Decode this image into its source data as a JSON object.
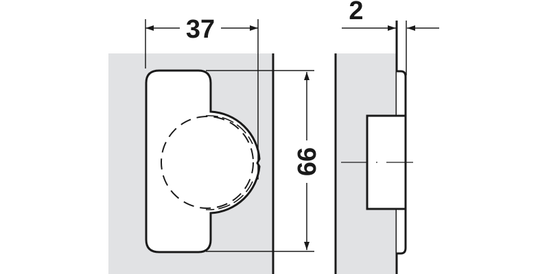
{
  "diagram": {
    "type": "technical-drawing",
    "subject": "concealed hinge cup plate",
    "views": [
      {
        "name": "front-view",
        "description": "cup plate outline with dashed cup circle on gray panel"
      },
      {
        "name": "side-view",
        "description": "section of panel with cup boss and flange"
      }
    ],
    "dimensions": {
      "width": {
        "label": "37",
        "unit": "mm"
      },
      "height": {
        "label": "66",
        "unit": "mm"
      },
      "flange": {
        "label": "2",
        "unit": "mm"
      }
    },
    "colors": {
      "panel_fill": "#e1e2e4",
      "line": "#1a1a1a",
      "background": "#ffffff",
      "part_fill": "#ffffff"
    }
  }
}
